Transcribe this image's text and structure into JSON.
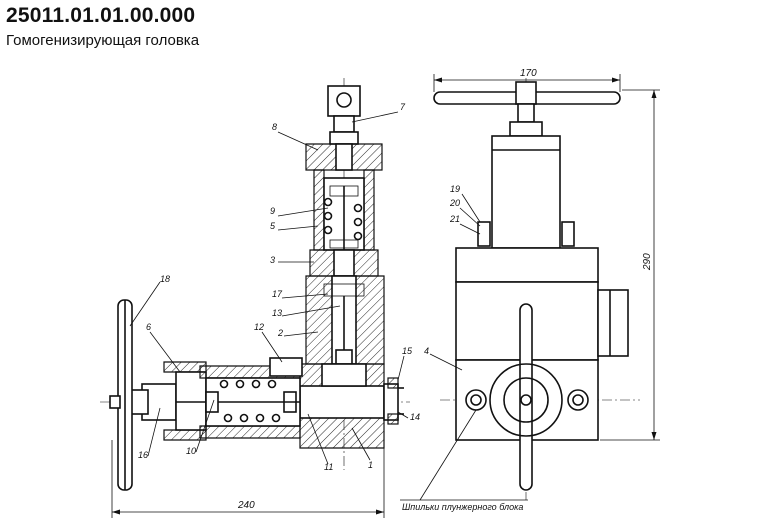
{
  "header": {
    "title": "25011.01.01.00.000",
    "subtitle": "Гомогенизирующая головка"
  },
  "callouts": [
    "1",
    "2",
    "3",
    "4",
    "5",
    "6",
    "7",
    "8",
    "9",
    "10",
    "11",
    "12",
    "13",
    "14",
    "15",
    "16",
    "17",
    "18",
    "19",
    "20",
    "21"
  ],
  "dimensions": {
    "width_side": "240",
    "width_front": "170",
    "height_front": "290"
  },
  "note": "Шпильки плунжерного блока"
}
